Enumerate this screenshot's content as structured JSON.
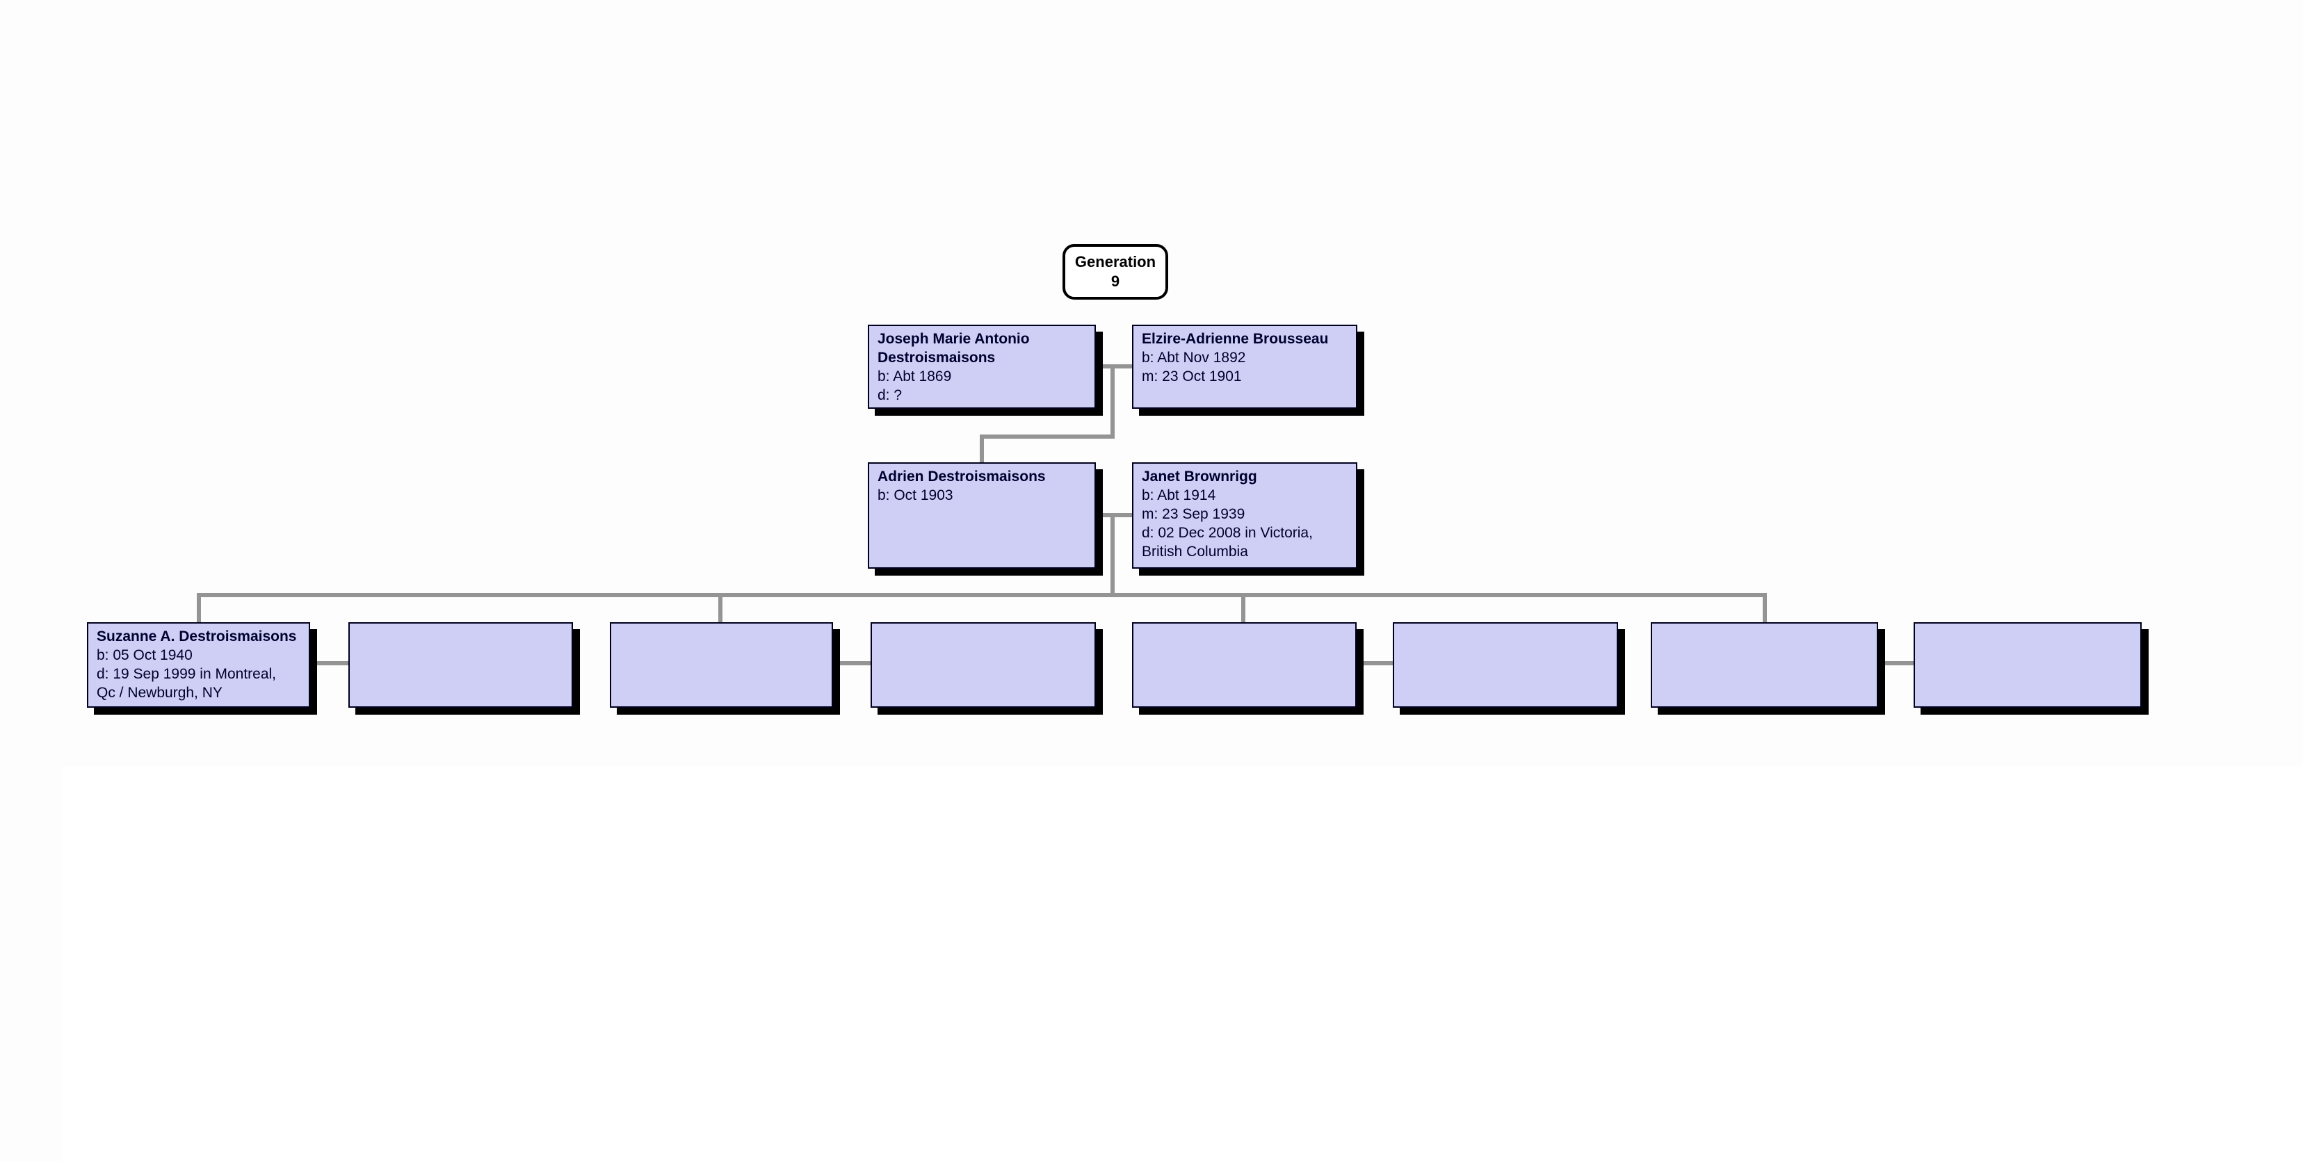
{
  "chart": {
    "generation_label": "Generation\n9",
    "colors": {
      "background": "#fdfdfd",
      "page_background": "#ffffff",
      "box_fill": "#cfcff5",
      "box_border": "#00001e",
      "box_shadow": "#000000",
      "connector_line": "#949494",
      "text": "#000030"
    },
    "persons": [
      {
        "name": "Joseph Marie Antonio Destroismaisons",
        "details": "b: Abt 1869\nd: ?"
      },
      {
        "name": "Elzire-Adrienne Brousseau",
        "details": "b: Abt Nov 1892\nm: 23 Oct 1901"
      },
      {
        "name": "Adrien Destroismaisons",
        "details": "b: Oct 1903"
      },
      {
        "name": "Janet Brownrigg",
        "details": "b: Abt 1914\nm: 23 Sep 1939\nd: 02 Dec 2008 in Victoria,\nBritish Columbia"
      },
      {
        "name": "Suzanne A. Destroismaisons",
        "details": "b: 05 Oct 1940\nd: 19 Sep 1999 in Montreal,\nQc / Newburgh, NY"
      }
    ],
    "empty_box_count": 7
  }
}
